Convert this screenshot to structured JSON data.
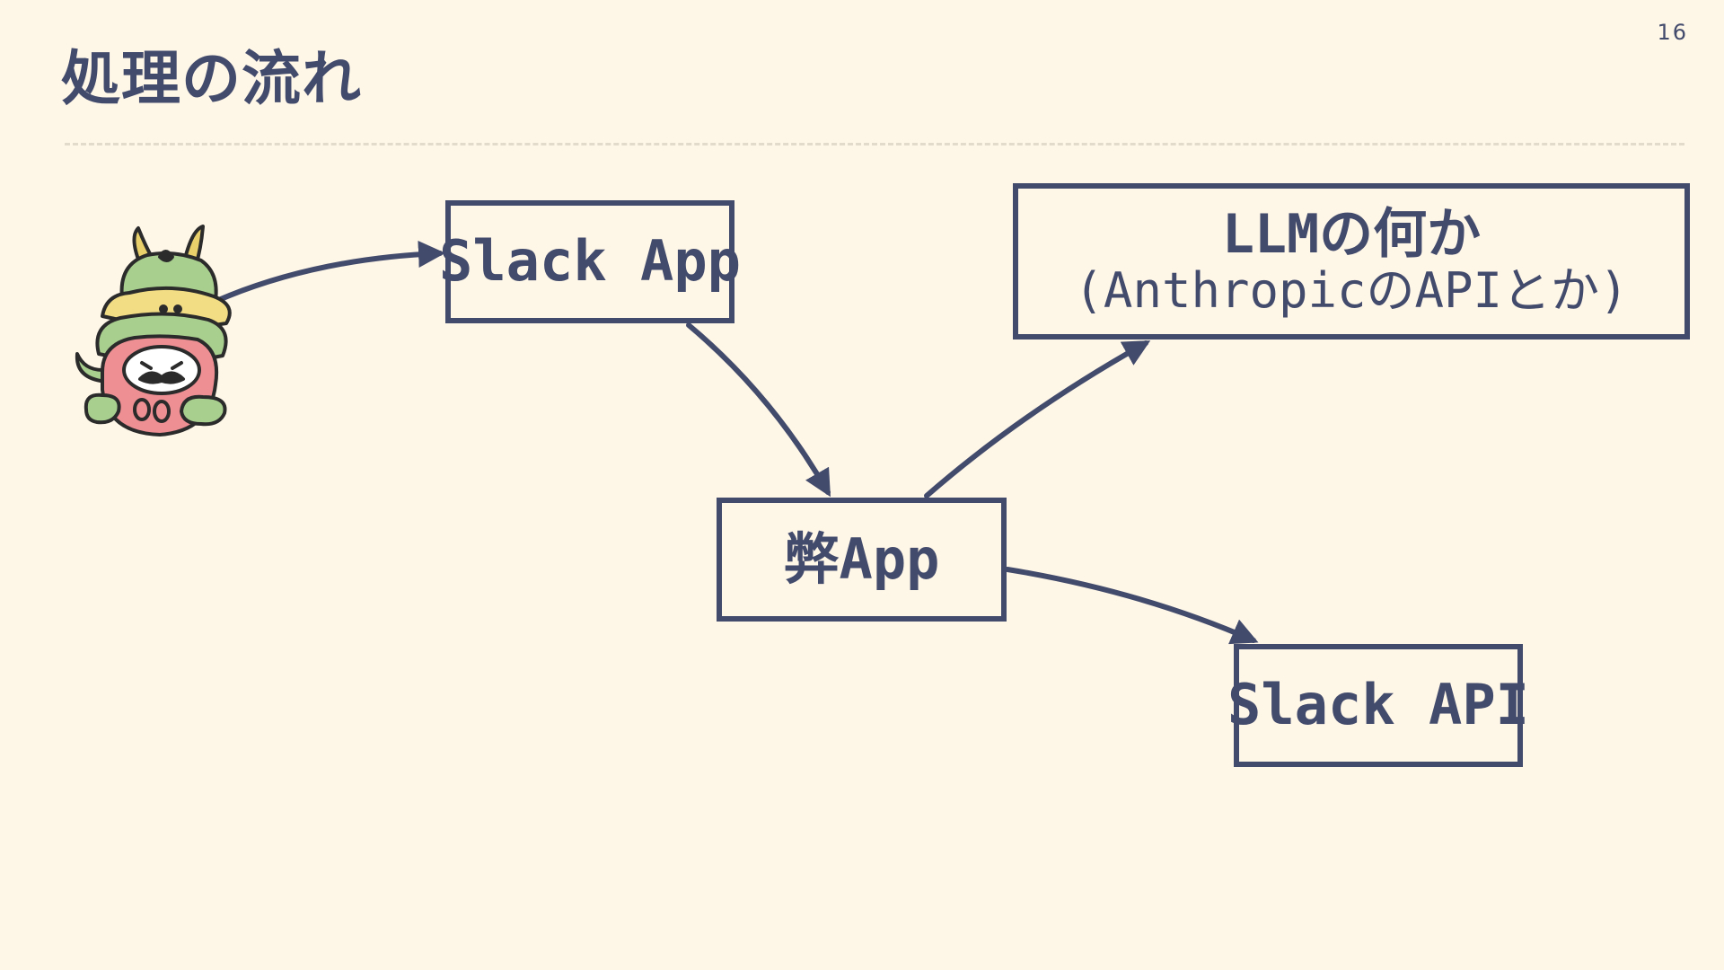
{
  "slide": {
    "title": "処理の流れ",
    "page_number": "16"
  },
  "diagram": {
    "nodes": {
      "slack_app": {
        "label": "Slack App"
      },
      "llm": {
        "label": "LLMの何か",
        "sublabel": "(AnthropicのAPIとか)"
      },
      "hei_app": {
        "label": "弊App"
      },
      "slack_api": {
        "label": "Slack API"
      }
    },
    "edges": [
      {
        "from": "user",
        "to": "slack_app"
      },
      {
        "from": "slack_app",
        "to": "hei_app"
      },
      {
        "from": "hei_app",
        "to": "llm"
      },
      {
        "from": "hei_app",
        "to": "slack_api"
      }
    ]
  },
  "mascot": {
    "icon": "dragon-mascot-icon"
  },
  "colors": {
    "background": "#fef6e7",
    "ink": "#434b6c",
    "divider": "#e2dbcc"
  }
}
